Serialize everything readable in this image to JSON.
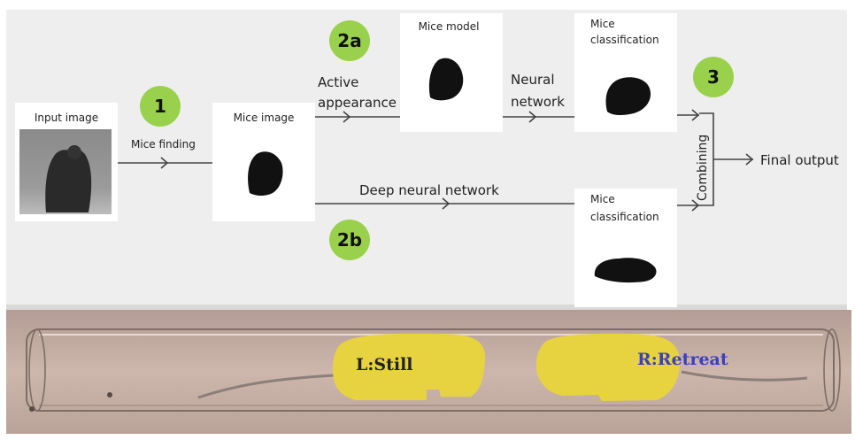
{
  "steps": [
    {
      "id": "1",
      "label": "1"
    },
    {
      "id": "2a",
      "label": "2a"
    },
    {
      "id": "2b",
      "label": "2b"
    },
    {
      "id": "3",
      "label": "3"
    }
  ],
  "boxes": {
    "input": "Input image",
    "mice_image": "Mice image",
    "mice_model": "Mice model",
    "classification_top": [
      "Mice",
      "classification"
    ],
    "classification_bottom": [
      "Mice",
      "classification"
    ]
  },
  "edges": {
    "mice_finding": "Mice finding",
    "active_appearance": [
      "Active",
      "appearance"
    ],
    "neural_network": [
      "Neural",
      "network"
    ],
    "deep_neural_network": "Deep neural network",
    "combining": "Combining",
    "final_output": "Final output"
  },
  "tube": {
    "left_label": "L:Still",
    "right_label": "R:Retreat"
  },
  "colors": {
    "step_circle": "#99d14c",
    "panel_bg": "#eeeeee",
    "tube_bg": "#c9b1a7",
    "blob": "#e7d33f",
    "left_label": "#222222",
    "right_label": "#3b3fc0"
  }
}
